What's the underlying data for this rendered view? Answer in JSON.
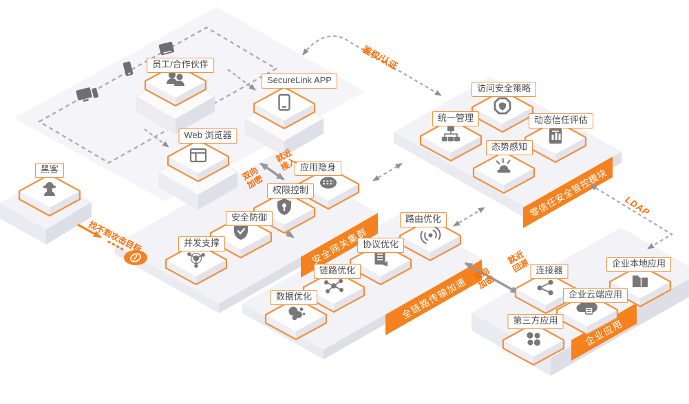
{
  "clients": {
    "employees": "员工/合作伙伴",
    "securelink": "SecureLink APP",
    "web": "Web 浏览器",
    "hacker": "黑客"
  },
  "gateway": {
    "banner": "安全网关集群",
    "stealth": "应用隐身",
    "permission": "权限控制",
    "defense": "安全防御",
    "concurrency": "并发支撑"
  },
  "accel": {
    "banner": "全链路传输加速",
    "route": "路由优化",
    "protocol": "协议优化",
    "link": "链路优化",
    "data": "数据优化"
  },
  "zerotrust": {
    "banner": "零信任安全管控模块",
    "policy": "访问安全策略",
    "unified": "统一管理",
    "trust": "动态信任评估",
    "awareness": "态势感知"
  },
  "enterprise": {
    "banner": "企业应用",
    "connector": "连接器",
    "local": "企业本地应用",
    "cloud": "企业云端应用",
    "thirdparty": "第三方应用"
  },
  "edges": {
    "auth": "鉴权/认证",
    "ldap": "LDAP",
    "nearby_access": "就近接入",
    "mutual_enc_top": "双向加密",
    "nearby_origin": "就近回源",
    "mutual_enc_bottom": "双向加密",
    "attack": "找不到攻击目标"
  },
  "colors": {
    "accent": "#F5821F",
    "orange_text": "#FF6A00",
    "icon_gray": "#76767B",
    "line_gray": "#9B9BA1"
  }
}
